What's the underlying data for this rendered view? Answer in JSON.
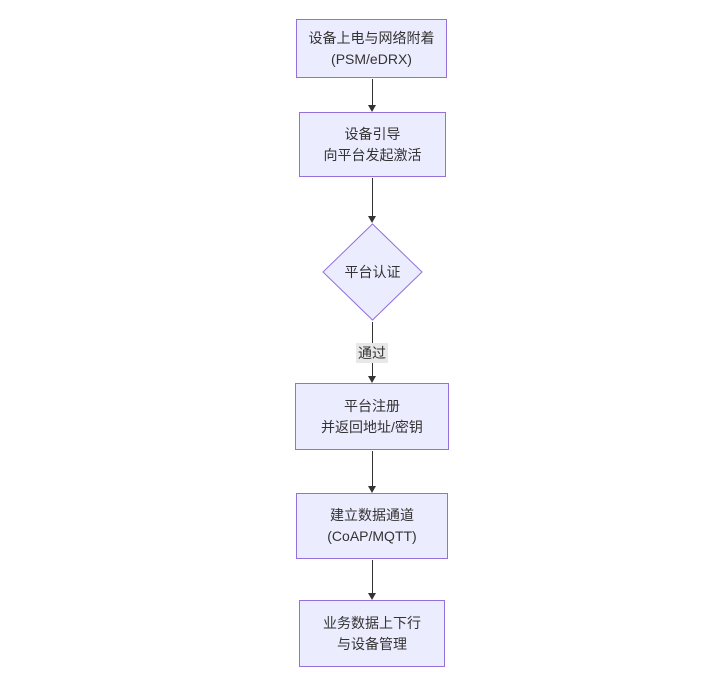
{
  "diagram": {
    "type": "flowchart",
    "direction": "top-down",
    "colors": {
      "background": "#ffffff",
      "node_fill": "#ECECFF",
      "node_border": "#9370DB",
      "edge_color": "#333333",
      "edge_label_bg": "#e8e8e8",
      "text": "#333333"
    },
    "nodes": [
      {
        "id": "power-attach",
        "shape": "rect",
        "label": "设备上电与网络附着\n(PSM/eDRX)"
      },
      {
        "id": "bootstrap",
        "shape": "rect",
        "label": "设备引导\n向平台发起激活"
      },
      {
        "id": "platform-auth",
        "shape": "diamond",
        "label": "平台认证"
      },
      {
        "id": "platform-register",
        "shape": "rect",
        "label": "平台注册\n并返回地址/密钥"
      },
      {
        "id": "data-channel",
        "shape": "rect",
        "label": "建立数据通道\n(CoAP/MQTT)"
      },
      {
        "id": "business-data",
        "shape": "rect",
        "label": "业务数据上下行\n与设备管理"
      }
    ],
    "edges": [
      {
        "from": "power-attach",
        "to": "bootstrap",
        "label": ""
      },
      {
        "from": "bootstrap",
        "to": "platform-auth",
        "label": ""
      },
      {
        "from": "platform-auth",
        "to": "platform-register",
        "label": "通过"
      },
      {
        "from": "platform-register",
        "to": "data-channel",
        "label": ""
      },
      {
        "from": "data-channel",
        "to": "business-data",
        "label": ""
      }
    ]
  }
}
